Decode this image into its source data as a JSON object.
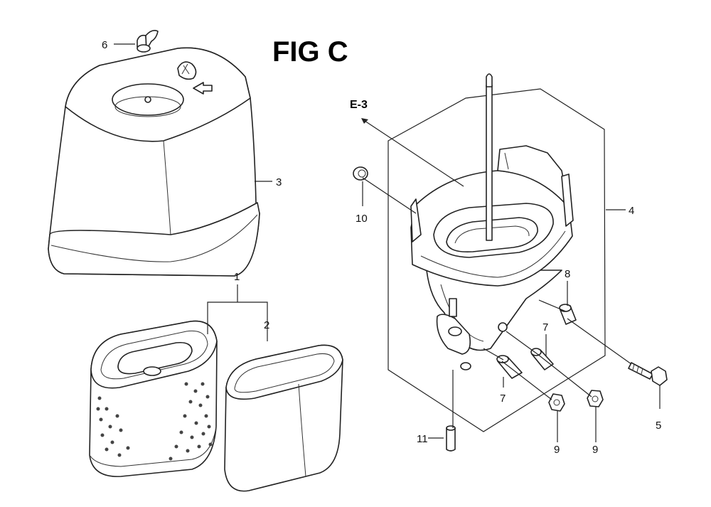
{
  "figure": {
    "title": "FIG C",
    "reference": "E-3"
  },
  "callouts": {
    "c1": "1",
    "c2": "2",
    "c3": "3",
    "c4": "4",
    "c5": "5",
    "c6": "6",
    "c7a": "7",
    "c7b": "7",
    "c8": "8",
    "c9a": "9",
    "c9b": "9",
    "c10": "10",
    "c11": "11"
  },
  "colors": {
    "line": "#222222",
    "background": "#ffffff"
  }
}
